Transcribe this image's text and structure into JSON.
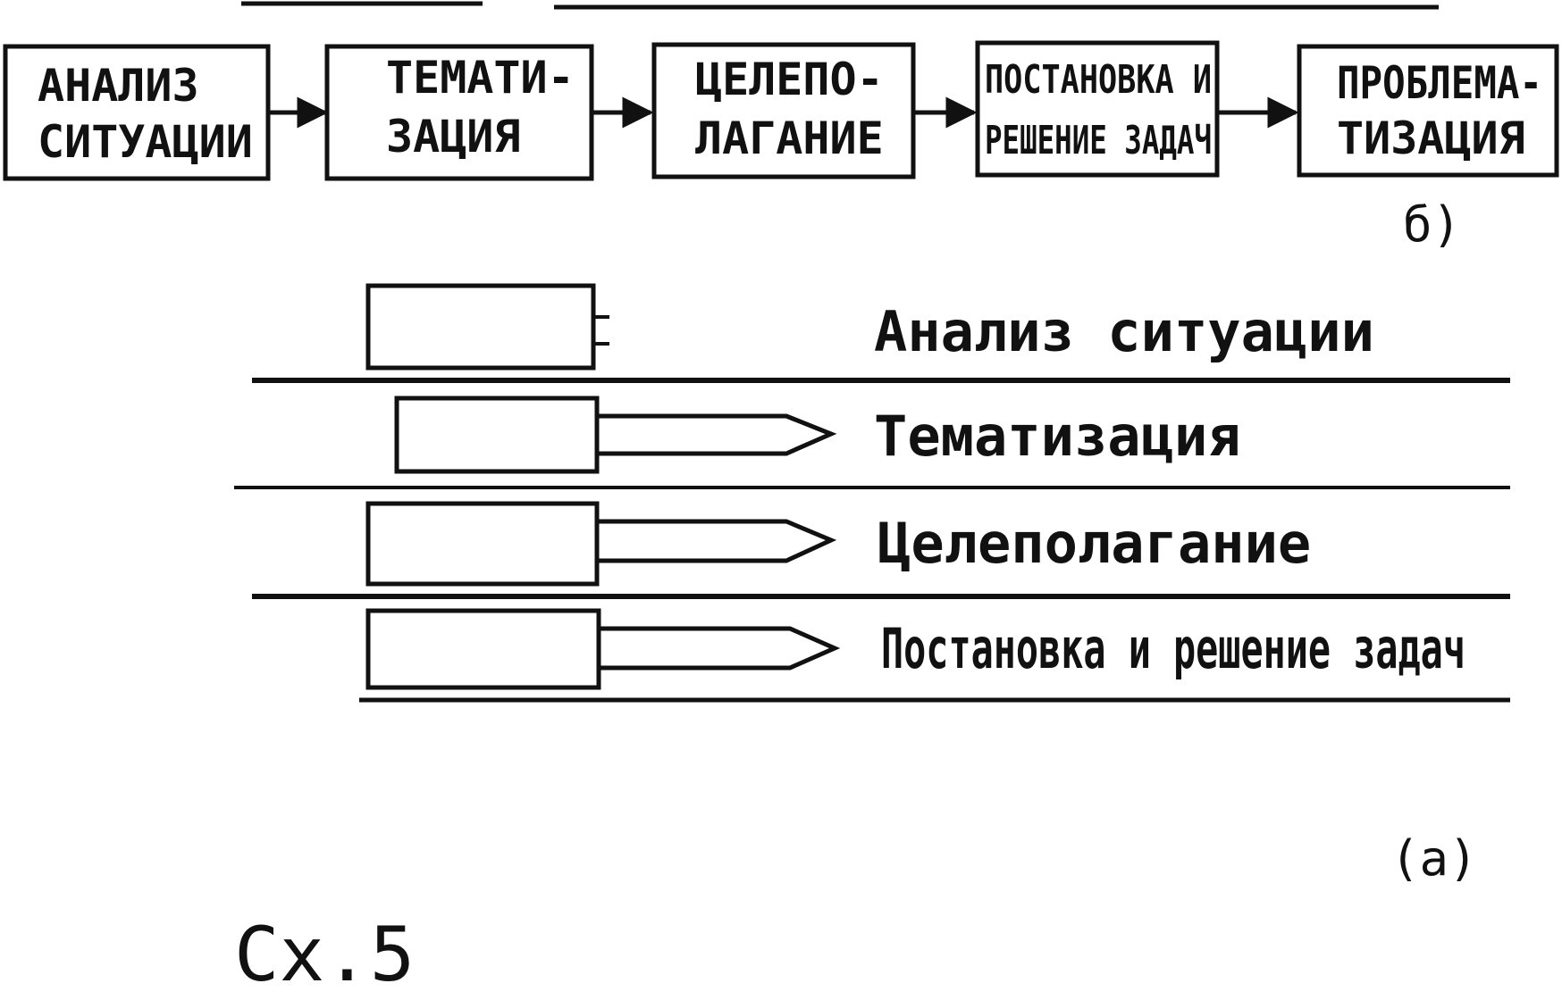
{
  "diagram_b": {
    "label": "б)",
    "steps": [
      {
        "line1": "АНАЛИЗ",
        "line2": "СИТУАЦИИ"
      },
      {
        "line1": "ТЕМАТИ-",
        "line2": "ЗАЦИЯ"
      },
      {
        "line1": "ЦЕЛЕПО-",
        "line2": "ЛАГАНИЕ"
      },
      {
        "line1": "ПОСТАНОВКА И",
        "line2": "РЕШЕНИЕ ЗАДАЧ"
      },
      {
        "line1": "ПРОБЛЕМА-",
        "line2": "ТИЗАЦИЯ"
      }
    ]
  },
  "diagram_a": {
    "label": "(а)",
    "lanes": [
      {
        "label": "Анализ ситуации"
      },
      {
        "label": "Тематизация"
      },
      {
        "label": "Целеполагание"
      },
      {
        "label": "Постановка и решение задач"
      }
    ]
  },
  "figure_label": "Сх.5",
  "colors": {
    "ink": "#111111",
    "paper": "#ffffff"
  }
}
